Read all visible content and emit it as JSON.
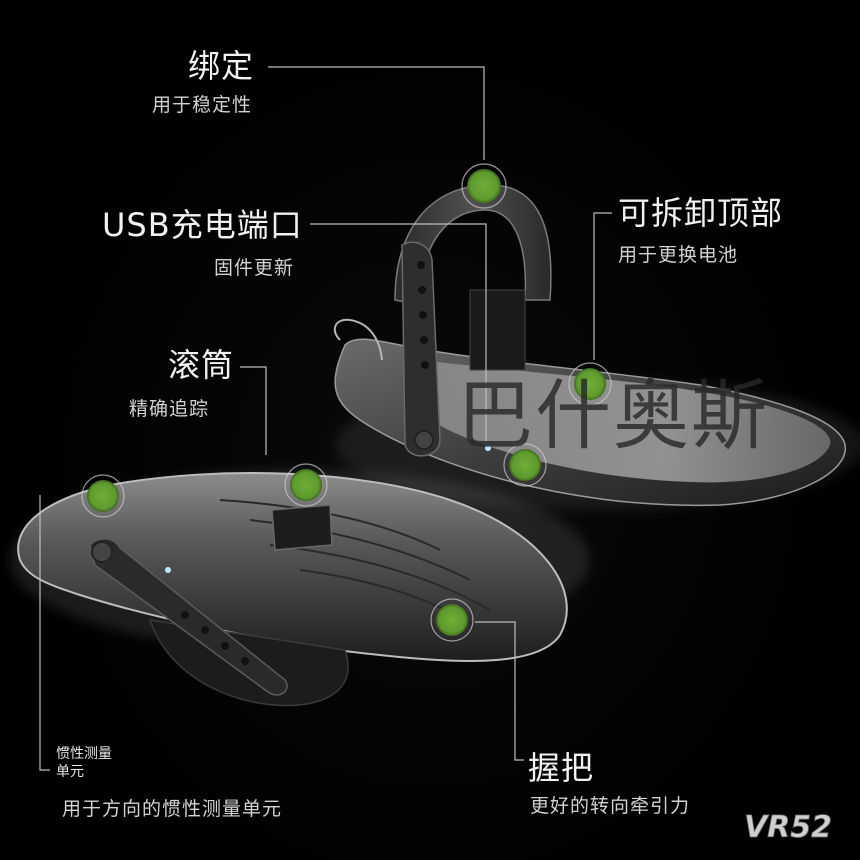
{
  "callouts": {
    "strap": {
      "title": "绑定",
      "subtitle": "用于稳定性"
    },
    "usb": {
      "title": "USB充电端口",
      "subtitle": "固件更新"
    },
    "top": {
      "title": "可拆卸顶部",
      "subtitle": "用于更换电池"
    },
    "roller": {
      "title": "滚筒",
      "subtitle": "精确追踪"
    },
    "imu": {
      "title_line1": "惯性测量",
      "title_line2": "单元",
      "subtitle": "用于方向的惯性测量单元"
    },
    "grip": {
      "title": "握把",
      "subtitle": "更好的转向牵引力"
    }
  },
  "watermark": "巴什奥斯",
  "brand_logo": "VR52",
  "colors": {
    "background": "#000000",
    "marker_green": "#5e9a2e",
    "leader_line": "#bdbdbd",
    "device_body": "#3a3a3a"
  }
}
